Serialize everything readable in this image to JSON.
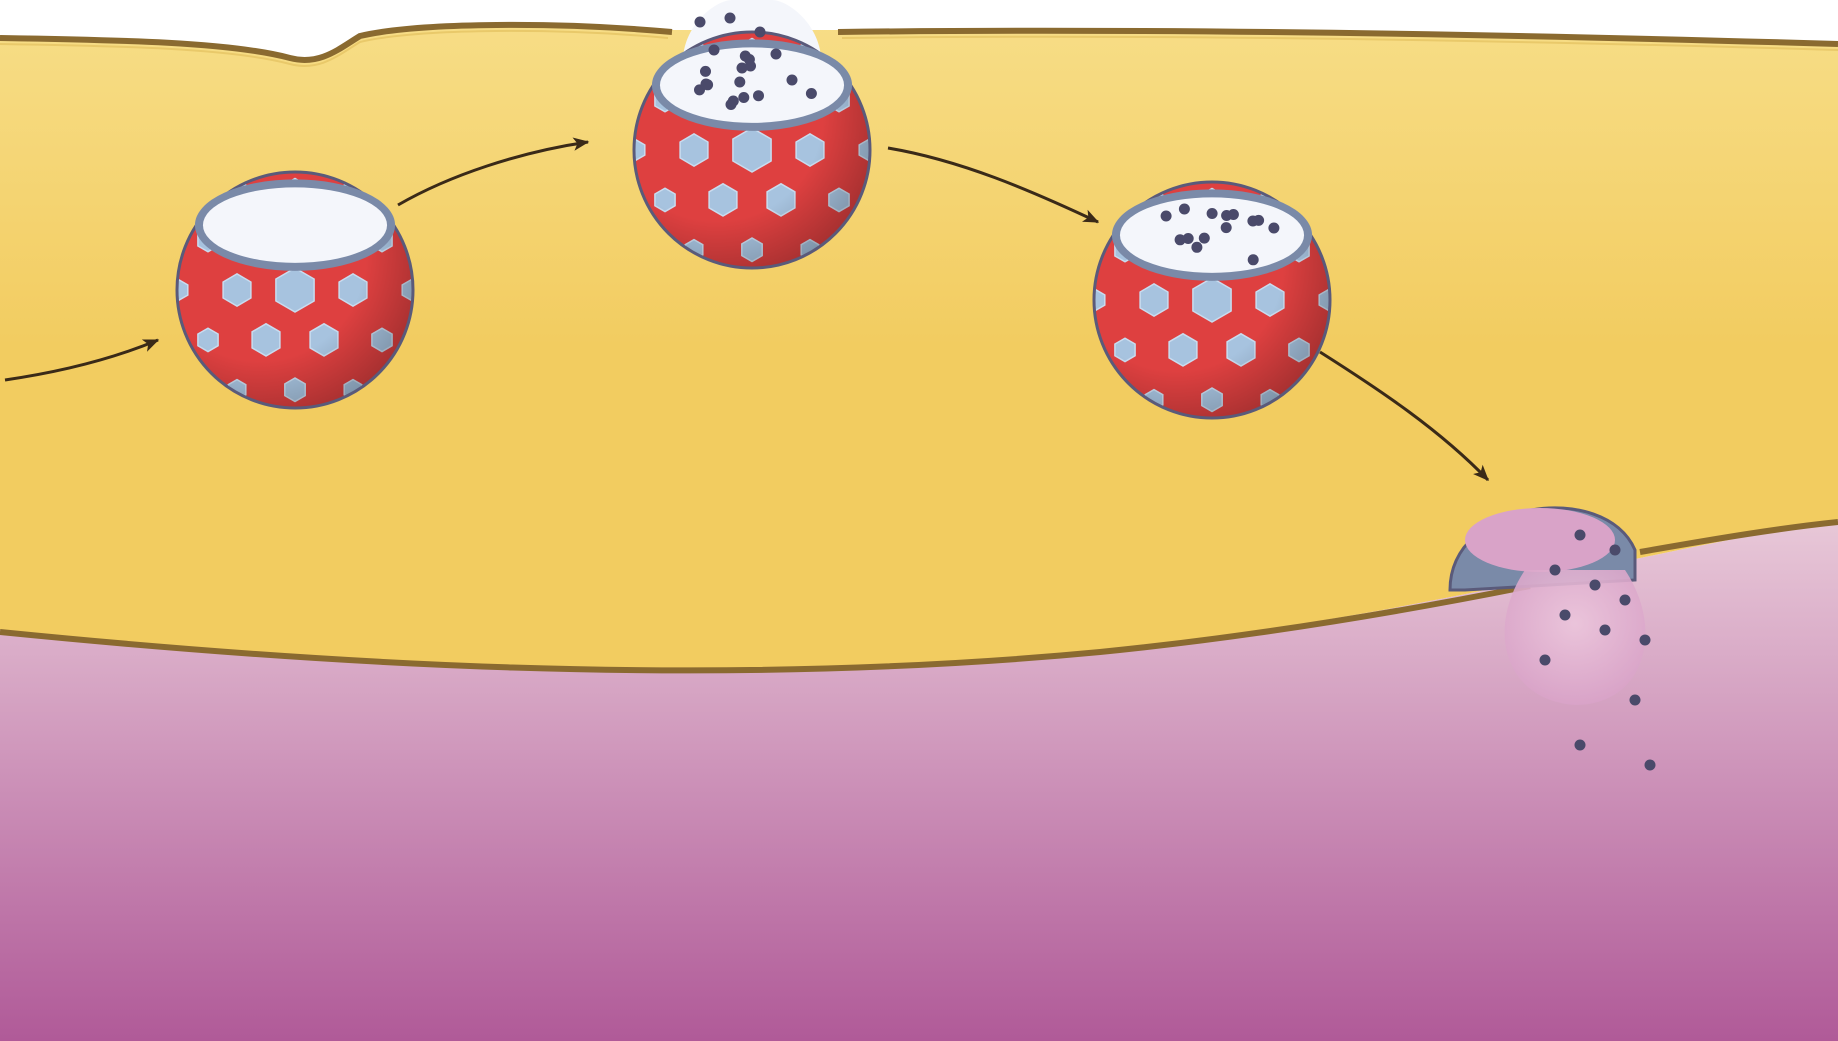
{
  "diagram": {
    "colors": {
      "background": "#ffffff",
      "cytoplasm": "#f2cc60",
      "cytoplasm_light": "#f7dd86",
      "membrane": "#8a6a30",
      "membrane_highlight": "#e9c96a",
      "extracellular_lower_top": "#e8c8d8",
      "extracellular_lower_bottom": "#b05a98",
      "coat_lattice": "#de4040",
      "coat_pit": "#a7c3df",
      "vesicle_rim": "#7a8aa8",
      "vesicle_interior": "#f4f6fb",
      "cargo_particle": "#4a4a6a",
      "arrow": "#3a2a18",
      "fused_vesicle": "#d9a3c8"
    },
    "stages": [
      {
        "id": "coated-vesicle-empty",
        "cargo": false
      },
      {
        "id": "coated-vesicle-uptake",
        "cargo": true
      },
      {
        "id": "coated-vesicle-loaded",
        "cargo": true
      },
      {
        "id": "vesicle-fusion-release",
        "cargo": true
      }
    ],
    "arrows": [
      {
        "from": "left-edge",
        "to": "coated-vesicle-empty"
      },
      {
        "from": "coated-vesicle-empty",
        "to": "coated-vesicle-uptake"
      },
      {
        "from": "coated-vesicle-uptake",
        "to": "coated-vesicle-loaded"
      },
      {
        "from": "coated-vesicle-loaded",
        "to": "vesicle-fusion-release"
      }
    ]
  }
}
